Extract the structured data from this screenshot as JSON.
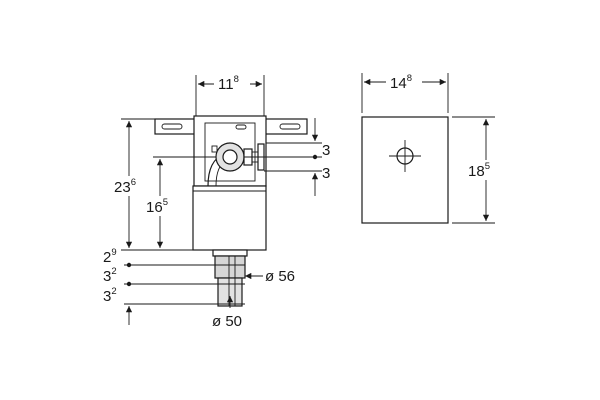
{
  "dimensions": {
    "top_width": {
      "main": "11",
      "sup": "8"
    },
    "plate_width": {
      "main": "14",
      "sup": "8"
    },
    "plate_height": {
      "main": "18",
      "sup": "5"
    },
    "total_height": {
      "main": "23",
      "sup": "6"
    },
    "bowl_height": {
      "main": "16",
      "sup": "5"
    },
    "offset_a": "3",
    "offset_b": "3",
    "spacing_1": {
      "main": "2",
      "sup": "9"
    },
    "spacing_2": {
      "main": "3",
      "sup": "2"
    },
    "spacing_3": {
      "main": "3",
      "sup": "2"
    },
    "outlet_outer": "ø 56",
    "outlet_inner": "ø 50"
  }
}
